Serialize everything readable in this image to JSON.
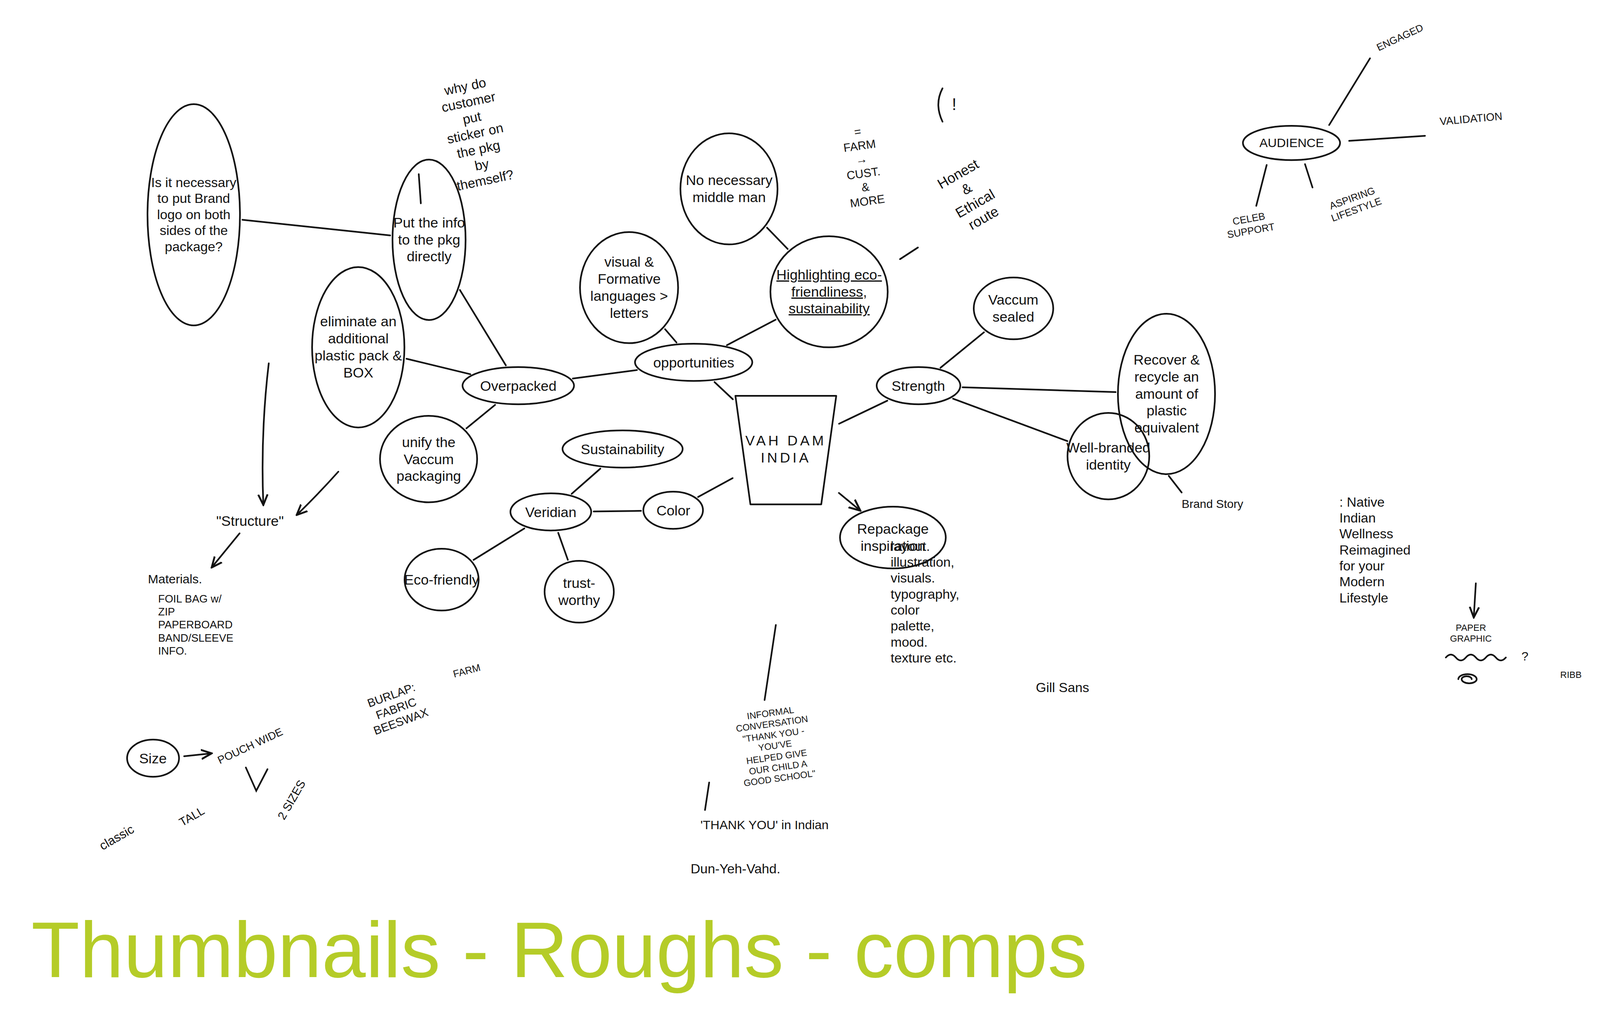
{
  "diagram": {
    "title": "Thumbnails - Roughs - comps",
    "nodes": [
      {
        "text": [
          "Is it necessary to put Brand logo on both sides of the package?"
        ]
      },
      {
        "text": [
          "Put the info to the pkg directly"
        ]
      },
      {
        "text": [
          "visual & Formative languages > letters"
        ]
      },
      {
        "text": [
          "No necessary middle man"
        ]
      },
      {
        "text": [
          "Highlighting eco-friendliness, sustainability"
        ]
      },
      {
        "text": [
          "AUDIENCE"
        ]
      },
      {
        "text": [
          "eliminate an additional plastic pack & BOX"
        ]
      },
      {
        "text": [
          "Overpacked"
        ]
      },
      {
        "text": [
          "opportunities"
        ]
      },
      {
        "text": [
          "Vaccum sealed"
        ]
      },
      {
        "text": [
          "Strength"
        ]
      },
      {
        "text": [
          "Recover & recycle an amount of plastic equivalent"
        ]
      },
      {
        "text": [
          "VAH DAM INDIA"
        ]
      },
      {
        "text": [
          "unify the Vaccum packaging"
        ]
      },
      {
        "text": [
          "Sustainability"
        ]
      },
      {
        "text": [
          "Well-branded identity"
        ]
      },
      {
        "text": [
          "Veridian"
        ]
      },
      {
        "text": [
          "Color"
        ]
      },
      {
        "text": [
          "Repackage inspiration"
        ]
      },
      {
        "text": [
          "Eco-friendly"
        ]
      },
      {
        "text": [
          "trust-worthy"
        ]
      },
      {
        "text": [
          "Size"
        ]
      }
    ],
    "edges": [
      {
        "from": 0,
        "to": 1,
        "arrow": "none"
      },
      {
        "from": 1,
        "to": 7,
        "arrow": "none"
      },
      {
        "from": 6,
        "to": 7,
        "arrow": "none"
      },
      {
        "from": 13,
        "to": 7,
        "arrow": "none"
      },
      {
        "from": 7,
        "to": 8,
        "arrow": "none"
      },
      {
        "from": 2,
        "to": 8,
        "arrow": "none"
      },
      {
        "from": 4,
        "to": 8,
        "arrow": "none"
      },
      {
        "from": 3,
        "to": 4,
        "arrow": "none"
      },
      {
        "from": 8,
        "to": 12,
        "arrow": "none"
      },
      {
        "from": 12,
        "to": 10,
        "arrow": "none"
      },
      {
        "from": 10,
        "to": 9,
        "arrow": "none"
      },
      {
        "from": 10,
        "to": 11,
        "arrow": "none"
      },
      {
        "from": 10,
        "to": 15,
        "arrow": "none"
      },
      {
        "from": 12,
        "to": 17,
        "arrow": "none"
      },
      {
        "from": 17,
        "to": 16,
        "arrow": "none"
      },
      {
        "from": 16,
        "to": 14,
        "arrow": "none"
      },
      {
        "from": 16,
        "to": 19,
        "arrow": "none"
      },
      {
        "from": 16,
        "to": 20,
        "arrow": "none"
      },
      {
        "from": 12,
        "to": 18,
        "arrow": "to"
      }
    ],
    "labels": [
      "why do customer put sticker on the pkg by themself?",
      "= FARM → CUST. & MORE",
      "!",
      "Honest & Ethical route",
      "\"Structure\"",
      "Materials.",
      "FOIL BAG w/ ZIP PAPERBOARD BAND/SLEEVE INFO.",
      "BURLAP: FABRIC BEESWAX",
      "FARM",
      "classic",
      "TALL",
      "POUCH WIDE",
      "2 SIZES",
      "layout. illustration, visuals. typography, color palette, mood. texture etc.",
      "Gill Sans",
      "INFORMAL CONVERSATION \"THANK YOU - YOU'VE HELPED GIVE OUR CHILD A GOOD SCHOOL\"",
      "'THANK YOU' in Indian",
      "Dun-Yeh-Vahd.",
      "Brand Story",
      ": Native Indian Wellness Reimagined for your Modern Lifestyle",
      "PAPER GRAPHIC",
      "?",
      "RIBB",
      "ENGAGED",
      "VALIDATION",
      "CELEB SUPPORT",
      "ASPIRING LIFESTYLE"
    ]
  }
}
